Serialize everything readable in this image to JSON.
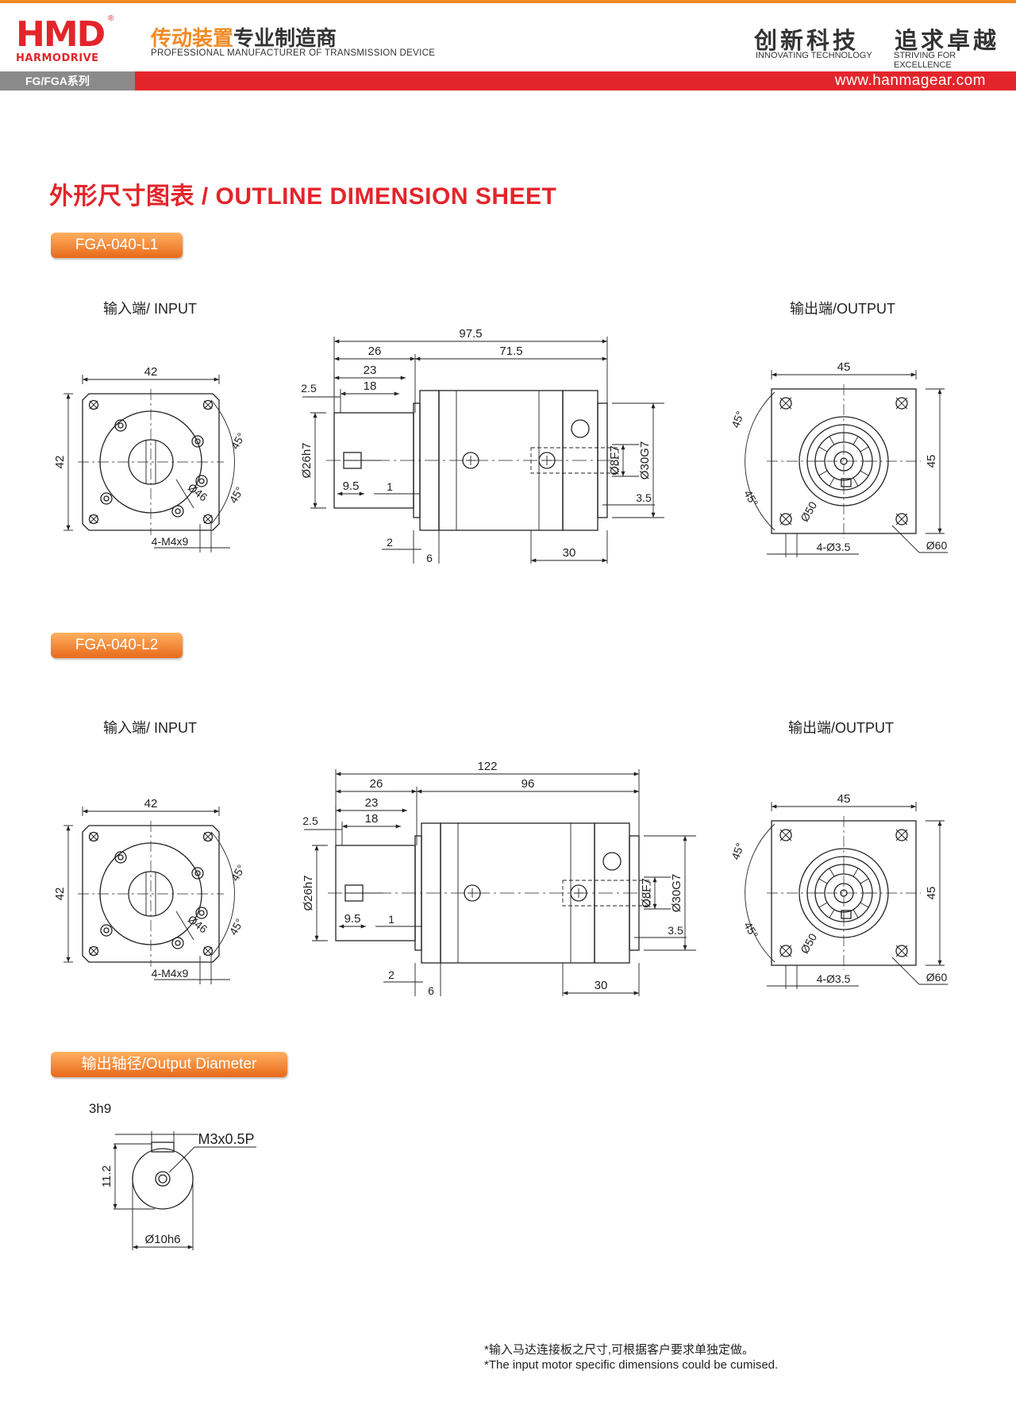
{
  "header": {
    "brand_mark": "HMD",
    "brand_name": "HARMODRIVE",
    "brand_reg": "®",
    "tagline_cn_a": "传动装置",
    "tagline_cn_b": "专业制造商",
    "tagline_en": "PROFESSIONAL MANUFACTURER OF TRANSMISSION DEVICE",
    "slogan1_cn": "创新科技",
    "slogan1_en": "INNOVATING TECHNOLOGY",
    "slogan2_cn": "追求卓越",
    "slogan2_en": "STRIVING FOR EXCELLENCE",
    "series": "FG/FGA系列",
    "url": "www.hanmagear.com"
  },
  "page_title": "外形尺寸图表 / OUTLINE DIMENSION SHEET",
  "sections": [
    {
      "model": "FGA-040-L1",
      "input_label": "输入端/ INPUT",
      "output_label": "输出端/OUTPUT",
      "input_dims": {
        "width": "42",
        "height": "42",
        "angle1": "45°",
        "angle2": "45°",
        "bore": "Ø46",
        "screws": "4-M4x9"
      },
      "side_dims": {
        "total": "97.5",
        "a": "26",
        "b": "71.5",
        "c": "23",
        "d": "18",
        "e": "2.5",
        "f": "Ø26h7",
        "g": "9.5",
        "h": "1",
        "i": "2",
        "j": "6",
        "k": "30",
        "l": "Ø8F7",
        "m": "Ø30G7",
        "n": "3.5"
      },
      "output_dims": {
        "width": "45",
        "height": "45",
        "angle1": "45°",
        "angle2": "45°",
        "bore": "Ø50",
        "holes": "4-Ø3.5",
        "dia": "Ø60"
      }
    },
    {
      "model": "FGA-040-L2",
      "input_label": "输入端/ INPUT",
      "output_label": "输出端/OUTPUT",
      "input_dims": {
        "width": "42",
        "height": "42",
        "angle1": "45°",
        "angle2": "45°",
        "bore": "Ø46",
        "screws": "4-M4x9"
      },
      "side_dims": {
        "total": "122",
        "a": "26",
        "b": "96",
        "c": "23",
        "d": "18",
        "e": "2.5",
        "f": "Ø26h7",
        "g": "9.5",
        "h": "1",
        "i": "2",
        "j": "6",
        "k": "30",
        "l": "Ø8F7",
        "m": "Ø30G7",
        "n": "3.5"
      },
      "output_dims": {
        "width": "45",
        "height": "45",
        "angle1": "45°",
        "angle2": "45°",
        "bore": "Ø50",
        "holes": "4-Ø3.5",
        "dia": "Ø60"
      }
    }
  ],
  "shaft": {
    "heading": "输出轴径/Output Diameter",
    "key": "3h9",
    "thread": "M3x0.5P",
    "height": "11.2",
    "dia": "Ø10h6"
  },
  "footnote": {
    "cn": "*输入马达连接板之尺寸,可根据客户要求单独定做。",
    "en": "*The input motor specific dimensions could be cumised."
  }
}
